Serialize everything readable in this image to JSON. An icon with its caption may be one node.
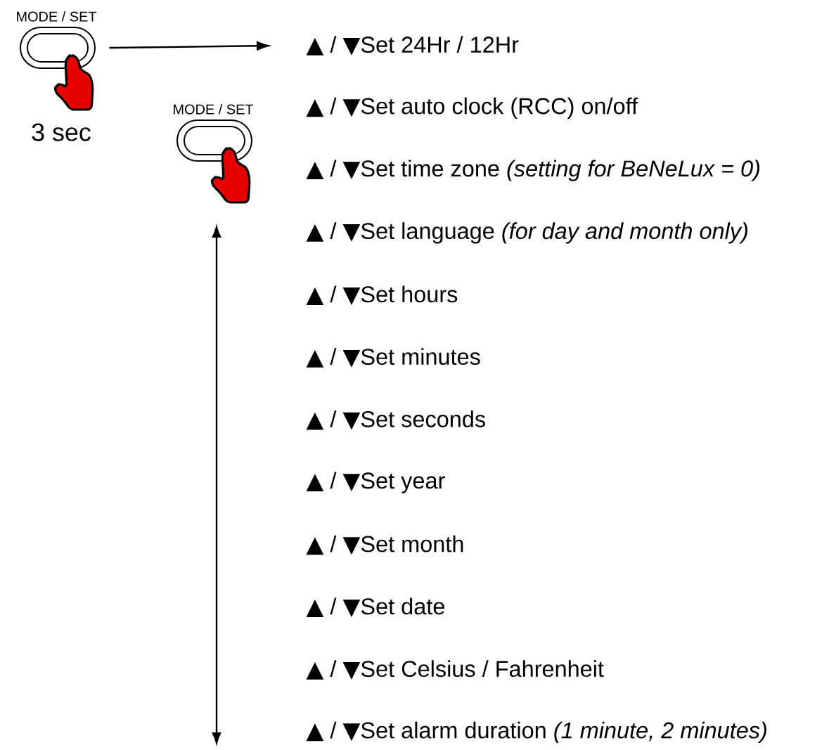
{
  "diagram": {
    "nodes": [
      {
        "text": [
          "MODE / SET"
        ],
        "beside": [
          "3 sec"
        ]
      },
      {
        "text": [
          "▲ / ▼Set 24Hr / 12Hr"
        ]
      },
      {
        "text": [
          "MODE / SET"
        ]
      }
    ],
    "edges": [
      {
        "from": 0,
        "to": 1,
        "arrow": "to"
      }
    ],
    "labels": [
      "▲ / ▼Set auto clock (RCC) on/off",
      "▲ / ▼Set time zone *(setting for BeNeLux = 0)*",
      "▲ / ▼Set language *(for day and month only)*",
      "▲ / ▼Set hours",
      "▲ / ▼Set minutes",
      "▲ / ▼Set seconds",
      "▲ / ▼Set year",
      "▲ / ▼Set month",
      "▲ / ▼Set date",
      "▲ / ▼Set Celsius / Fahrenheit",
      "▲ / ▼Set alarm duration *(1 minute, 2 minutes)*"
    ]
  }
}
